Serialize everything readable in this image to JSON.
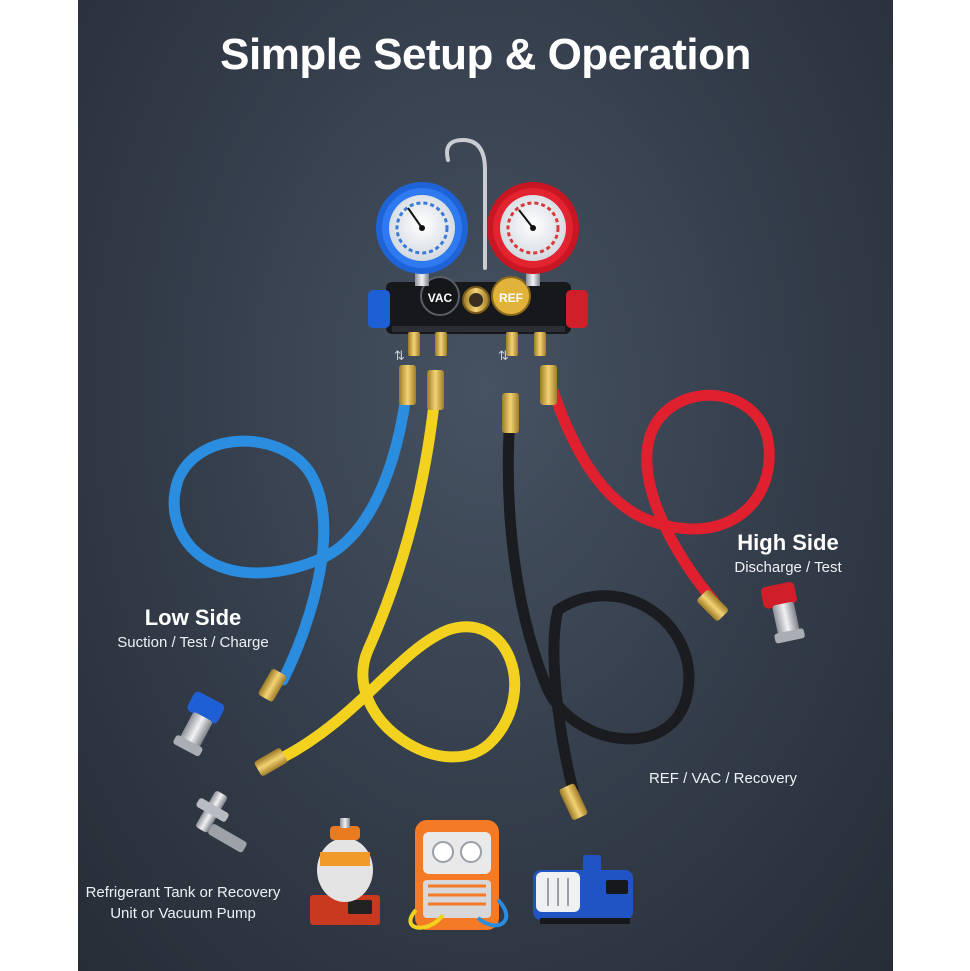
{
  "title": "Simple Setup & Operation",
  "gauge_labels": {
    "vac": "VAC",
    "ref": "REF"
  },
  "low_side": {
    "heading": "Low Side",
    "subtitle": "Suction / Test / Charge"
  },
  "high_side": {
    "heading": "High Side",
    "subtitle": "Discharge / Test"
  },
  "ref_line": {
    "label": "REF / VAC / Recovery"
  },
  "equipment": {
    "line1": "Refrigerant Tank or Recovery",
    "line2": "Unit or Vacuum Pump"
  },
  "colors": {
    "low_hose": "#2a8de0",
    "high_hose": "#e0202e",
    "charge_hose": "#f2d21e",
    "ref_hose": "#1b1c1f",
    "brass": "#d9b24a"
  }
}
